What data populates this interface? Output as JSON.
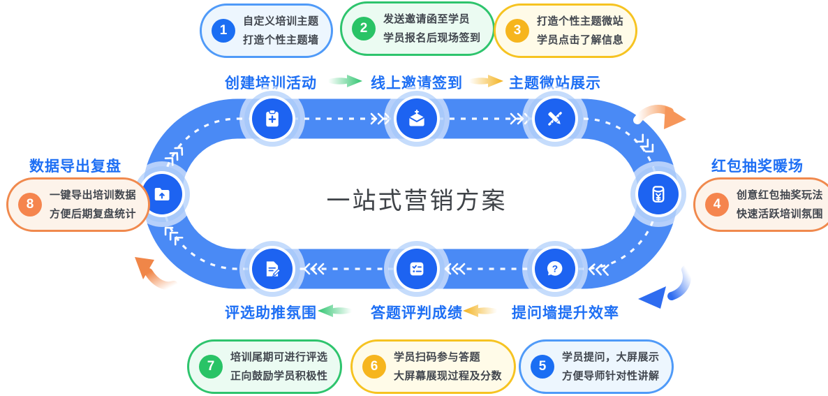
{
  "title": "一站式营销方案",
  "steps": [
    {
      "label": "创建培训活动",
      "icon": "clipboard-add-icon",
      "bubble": {
        "num": "1",
        "theme": "blue",
        "line1": "自定义培训主题",
        "line2": "打造个性主题墙"
      }
    },
    {
      "label": "线上邀请签到",
      "icon": "envelope-add-icon",
      "bubble": {
        "num": "2",
        "theme": "green",
        "line1": "发送邀请函至学员",
        "line2": "学员报名后现场签到"
      }
    },
    {
      "label": "主题微站展示",
      "icon": "design-tools-icon",
      "bubble": {
        "num": "3",
        "theme": "yellow",
        "line1": "打造个性主题微站",
        "line2": "学员点击了解信息"
      }
    },
    {
      "label": "红包抽奖暖场",
      "icon": "red-packet-icon",
      "bubble": {
        "num": "4",
        "theme": "orange",
        "line1": "创意红包抽奖玩法",
        "line2": "快速活跃培训氛围"
      }
    },
    {
      "label": "提问墙提升效率",
      "icon": "question-bubble-icon",
      "bubble": {
        "num": "5",
        "theme": "blue",
        "line1": "学员提问，大屏展示",
        "line2": "方便导师针对性讲解"
      }
    },
    {
      "label": "答题评判成绩",
      "icon": "checklist-icon",
      "bubble": {
        "num": "6",
        "theme": "yellow",
        "line1": "学员扫码参与答题",
        "line2": "大屏幕展现过程及分数"
      }
    },
    {
      "label": "评选助推氛围",
      "icon": "document-edit-icon",
      "bubble": {
        "num": "7",
        "theme": "green",
        "line1": "培训尾期可进行评选",
        "line2": "正向鼓励学员积极性"
      }
    },
    {
      "label": "数据导出复盘",
      "icon": "folder-export-icon",
      "bubble": {
        "num": "8",
        "theme": "orange",
        "line1": "一键导出培训数据",
        "line2": "方便后期复盘统计"
      }
    }
  ],
  "flow_arrows": [
    {
      "from": "创建培训活动",
      "to": "线上邀请签到",
      "color": "green",
      "direction": "right"
    },
    {
      "from": "线上邀请签到",
      "to": "主题微站展示",
      "color": "yellow",
      "direction": "right"
    },
    {
      "from": "答题评判成绩",
      "to": "评选助推氛围",
      "color": "green",
      "direction": "left"
    },
    {
      "from": "提问墙提升效率",
      "to": "答题评判成绩",
      "color": "yellow",
      "direction": "left"
    }
  ],
  "decor_arrows": [
    "curved-arrow-orange-top-right",
    "curved-arrow-orange-bottom-left",
    "curved-arrow-blue-bottom-right"
  ],
  "colors": {
    "label_blue": "#1e6ff4",
    "track_blue": "#4a8af5",
    "node_blue": "#1d63f1",
    "title_gray": "#3e4247",
    "accent_blue": "#1b6ef3",
    "accent_green": "#29c366",
    "accent_yellow": "#f6b51e",
    "accent_orange": "#f5854e"
  }
}
